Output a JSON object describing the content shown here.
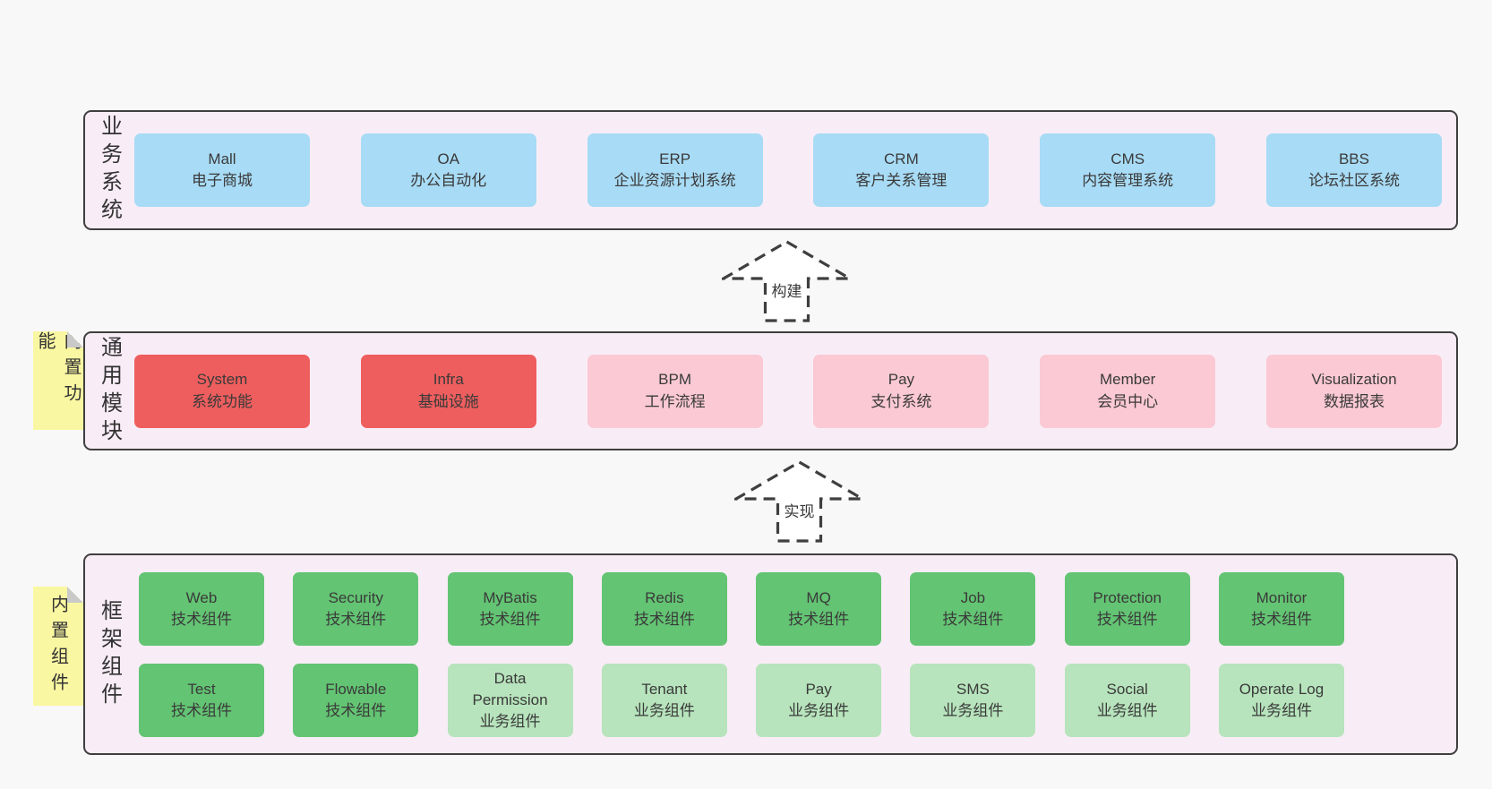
{
  "palette": {
    "page_bg": "#f8f8f8",
    "panel_bg": "#f8edf6",
    "panel_border": "#3f3f3f",
    "text": "#3a3a3a",
    "blue": "#a8dbf5",
    "red": "#ef5e5e",
    "pink": "#fbc9d3",
    "green": "#63c473",
    "light_green": "#b7e4bc",
    "note_yellow": "#faf7a2",
    "note_fold": "#c9c9c9"
  },
  "business": {
    "label": "业务系统",
    "boxes": [
      {
        "en": "Mall",
        "zh": "电子商城"
      },
      {
        "en": "OA",
        "zh": "办公自动化"
      },
      {
        "en": "ERP",
        "zh": "企业资源计划系统"
      },
      {
        "en": "CRM",
        "zh": "客户关系管理"
      },
      {
        "en": "CMS",
        "zh": "内容管理系统"
      },
      {
        "en": "BBS",
        "zh": "论坛社区系统"
      }
    ]
  },
  "arrows": {
    "build": "构建",
    "implement": "实现"
  },
  "modules": {
    "note": "内置功能",
    "label": "通用模块",
    "boxes": [
      {
        "en": "System",
        "zh": "系统功能"
      },
      {
        "en": "Infra",
        "zh": "基础设施"
      },
      {
        "en": "BPM",
        "zh": "工作流程"
      },
      {
        "en": "Pay",
        "zh": "支付系统"
      },
      {
        "en": "Member",
        "zh": "会员中心"
      },
      {
        "en": "Visualization",
        "zh": "数据报表"
      }
    ]
  },
  "components": {
    "note": "内置组件",
    "label": "框架组件",
    "row1": [
      {
        "en": "Web",
        "zh": "技术组件"
      },
      {
        "en": "Security",
        "zh": "技术组件"
      },
      {
        "en": "MyBatis",
        "zh": "技术组件"
      },
      {
        "en": "Redis",
        "zh": "技术组件"
      },
      {
        "en": "MQ",
        "zh": "技术组件"
      },
      {
        "en": "Job",
        "zh": "技术组件"
      },
      {
        "en": "Protection",
        "zh": "技术组件"
      },
      {
        "en": "Monitor",
        "zh": "技术组件"
      }
    ],
    "row2": [
      {
        "en": "Test",
        "zh": "技术组件"
      },
      {
        "en": "Flowable",
        "zh": "技术组件"
      },
      {
        "en": "Data\nPermission",
        "zh": "业务组件"
      },
      {
        "en": "Tenant",
        "zh": "业务组件"
      },
      {
        "en": "Pay",
        "zh": "业务组件"
      },
      {
        "en": "SMS",
        "zh": "业务组件"
      },
      {
        "en": "Social",
        "zh": "业务组件"
      },
      {
        "en": "Operate Log",
        "zh": "业务组件"
      }
    ]
  }
}
